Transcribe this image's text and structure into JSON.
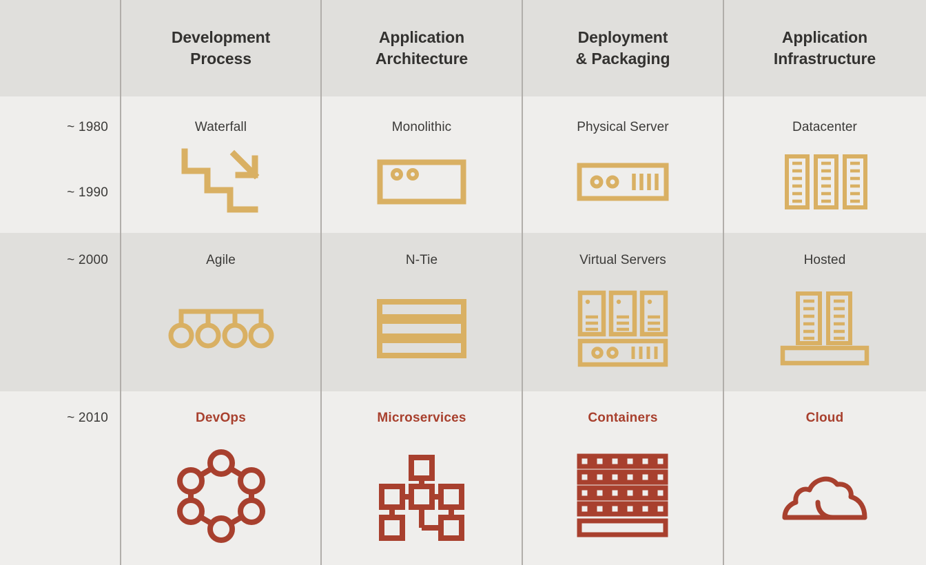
{
  "colors": {
    "gold": "#d9b063",
    "brick": "#a8402e",
    "text": "#3b3a38",
    "header_text": "#333230",
    "band_light": "#efeeec",
    "band_dark": "#e0dfdc",
    "divider": "#b1aeaa"
  },
  "header": {
    "corner_label": "",
    "columns": [
      {
        "label": "Development\nProcess",
        "name": "development-process"
      },
      {
        "label": "Application\nArchitecture",
        "name": "application-architecture"
      },
      {
        "label": "Deployment\n& Packaging",
        "name": "deployment-packaging"
      },
      {
        "label": "Application\nInfrastructure",
        "name": "application-infrastructure"
      }
    ]
  },
  "rows": [
    {
      "era_labels": [
        "~ 1980",
        "~ 1990"
      ],
      "accent": false,
      "cells": [
        {
          "label": "Waterfall",
          "icon": "waterfall-steps-icon"
        },
        {
          "label": "Monolithic",
          "icon": "monolith-box-icon"
        },
        {
          "label": "Physical Server",
          "icon": "physical-server-icon"
        },
        {
          "label": "Datacenter",
          "icon": "datacenter-racks-icon"
        }
      ]
    },
    {
      "era_labels": [
        "~ 2000"
      ],
      "accent": false,
      "cells": [
        {
          "label": "Agile",
          "icon": "agile-nodes-icon"
        },
        {
          "label": "N-Tie",
          "icon": "n-tier-layers-icon"
        },
        {
          "label": "Virtual Servers",
          "icon": "virtual-servers-icon"
        },
        {
          "label": "Hosted",
          "icon": "hosted-racks-icon"
        }
      ]
    },
    {
      "era_labels": [
        "~ 2010"
      ],
      "accent": true,
      "cells": [
        {
          "label": "DevOps",
          "icon": "devops-hexagon-icon"
        },
        {
          "label": "Microservices",
          "icon": "microservices-graph-icon"
        },
        {
          "label": "Containers",
          "icon": "containers-grid-icon"
        },
        {
          "label": "Cloud",
          "icon": "cloud-icon"
        }
      ]
    }
  ]
}
